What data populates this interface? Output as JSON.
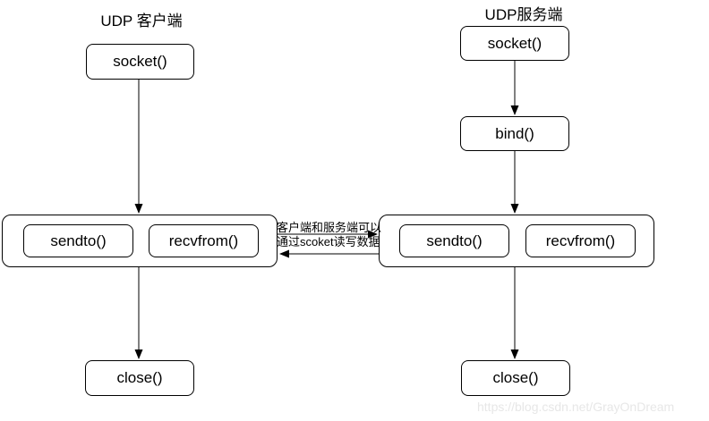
{
  "diagram": {
    "client": {
      "title": "UDP 客户端",
      "socket_label": "socket()",
      "sendto_label": "sendto()",
      "recvfrom_label": "recvfrom()",
      "close_label": "close()"
    },
    "server": {
      "title": "UDP服务端",
      "socket_label": "socket()",
      "bind_label": "bind()",
      "sendto_label": "sendto()",
      "recvfrom_label": "recvfrom()",
      "close_label": "close()"
    },
    "annotation": {
      "line1": "客户端和服务端可以",
      "line2": "通过scoket读写数据"
    },
    "edges": [
      "client-socket → client-io",
      "client-io → client-close",
      "server-socket → server-bind",
      "server-bind → server-io",
      "server-io → server-close",
      "client-io → server-io",
      "server-io → client-io"
    ]
  },
  "watermark": "https://blog.csdn.net/GrayOnDream",
  "colors": {
    "stroke": "#000000",
    "text": "#000000",
    "node_fill": "#ffffff",
    "background": "#ffffff",
    "watermark": "#e7e7e7"
  }
}
